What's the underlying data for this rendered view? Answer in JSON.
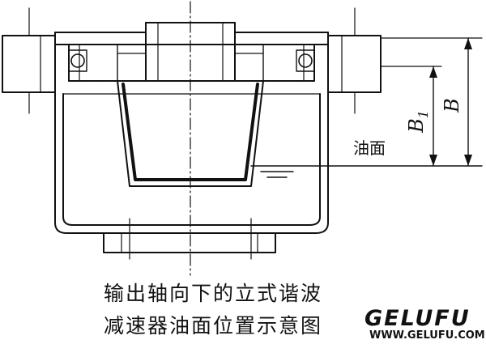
{
  "labels": {
    "B": "B",
    "B1_main": "B",
    "B1_sub": "1",
    "oil_surface": "油面"
  },
  "caption": {
    "line1": "输出轴向下的立式谐波",
    "line2": "减速器油面位置示意图"
  },
  "watermark": {
    "logo": "GELUFU",
    "url": "WWW.GELUFU.COM"
  }
}
